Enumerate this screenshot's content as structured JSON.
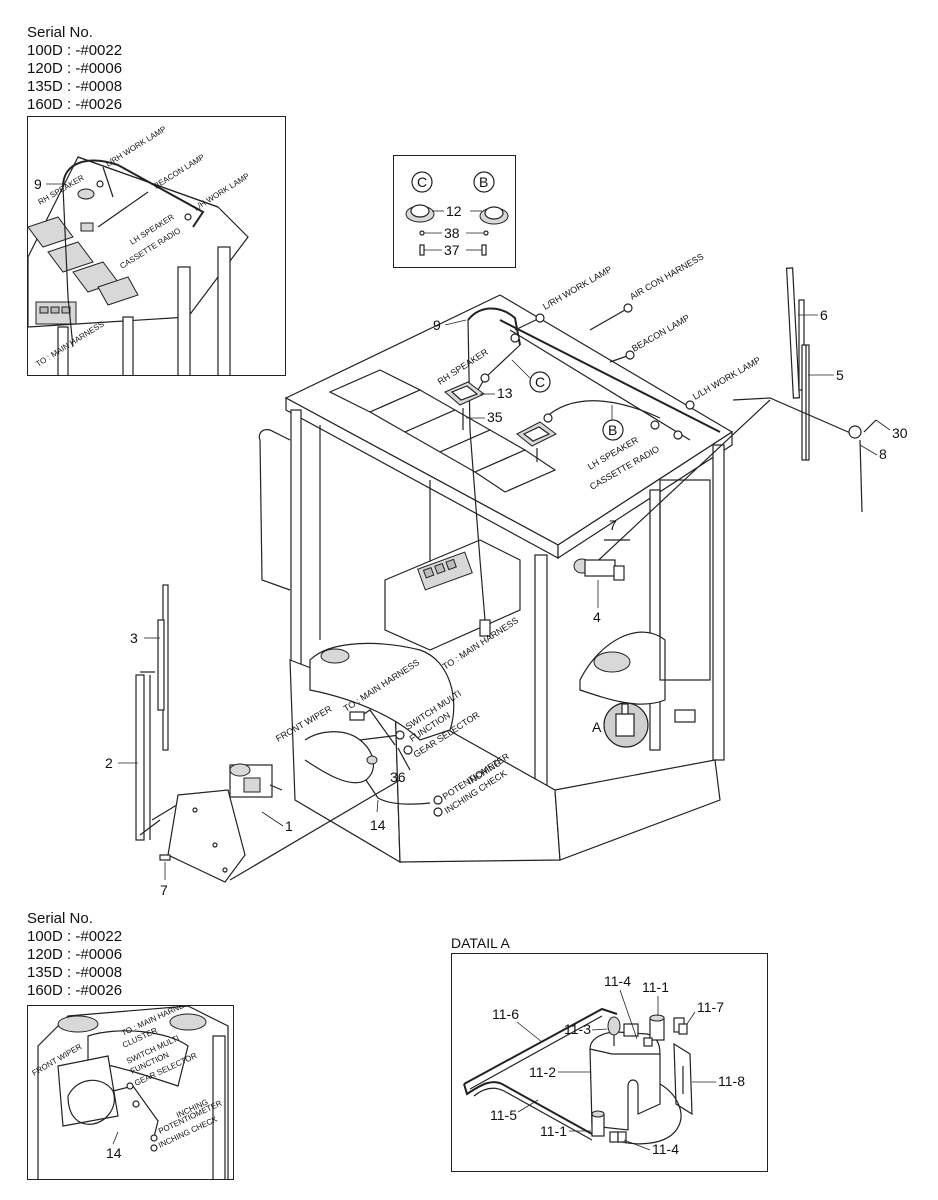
{
  "serial_blocks": [
    {
      "title": "Serial No.",
      "lines": [
        "100D : -#0022",
        "120D : -#0006",
        "135D : -#0008",
        "160D : -#0026"
      ]
    },
    {
      "title": "Serial No.",
      "lines": [
        "100D : -#0022",
        "120D : -#0006",
        "135D : -#0008",
        "160D : -#0026"
      ]
    }
  ],
  "inset_top": {
    "callouts": [
      "9"
    ],
    "labels": [
      "L/RH WORK LAMP",
      "RH SPEAKER",
      "BEACON LAMP",
      "L/H WORK LAMP",
      "LH SPEAKER",
      "CASSETTE RADIO",
      "TO : MAIN HARNESS"
    ]
  },
  "inset_speaker": {
    "callouts": [
      "12",
      "38",
      "37"
    ],
    "markers": [
      "C",
      "B"
    ]
  },
  "main": {
    "wire_labels": [
      "L/RH WORK LAMP",
      "AIR CON HARNESS",
      "BEACON LAMP",
      "RH SPEAKER",
      "L/LH WORK LAMP",
      "LH SPEAKER",
      "CASSETTE RADIO",
      "TO : MAIN HARNESS",
      "FRONT WIPER",
      "TO : MAIN HARNESS",
      "SWITCH MULTI",
      "FUNCTION",
      "GEAR SELECTOR",
      "INCHING",
      "POTENTIOMETER",
      "INCHING CHECK"
    ],
    "callouts": [
      "9",
      "13",
      "35",
      "6",
      "5",
      "30",
      "8",
      "7",
      "4",
      "3",
      "2",
      "1",
      "7",
      "36",
      "14"
    ],
    "markers": [
      "C",
      "B"
    ],
    "detail_ref": "A"
  },
  "inset_bottom": {
    "callouts": [
      "14"
    ],
    "labels": [
      "FRONT WIPER",
      "TO : MAIN HARNESS",
      "CLUSTER",
      "SWITCH MULTI",
      "FUNCTION",
      "GEAR SELECTOR",
      "INCHING",
      "POTENTIOMETER",
      "INCHING CHECK"
    ]
  },
  "detail_a": {
    "title": "DATAIL A",
    "callouts": [
      "11-4",
      "11-1",
      "11-7",
      "11-6",
      "11-3",
      "11-2",
      "11-8",
      "11-5",
      "11-1",
      "11-4"
    ]
  }
}
